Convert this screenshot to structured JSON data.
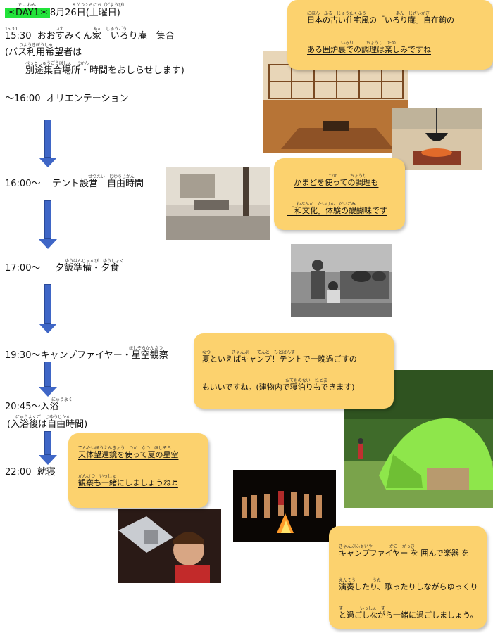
{
  "schedule": {
    "day_label": "＊DAY1＊",
    "date": "8月26日(土曜日)",
    "day_ruby": "でぃ  わん",
    "date_ruby": "８がつ２６にち（どようび）",
    "items": [
      {
        "time": "15:30",
        "text": "おおすみくん家　いろり庵　集合",
        "ruby": "15:30　　　　　　　　　いえ　　　　　　　あん　しゅうごう"
      },
      {
        "time": "",
        "text": "(バス利用希望者は",
        "ruby": "　　　りようきぼうしゃ"
      },
      {
        "time": "",
        "text": "別途集合場所・時間をおしらせします)",
        "ruby": "べっとしゅうごうばしょ　じかん"
      },
      {
        "time": "～16:00",
        "text": "オリエンテーション",
        "ruby": ""
      },
      {
        "time": "16:00～",
        "text": "テント設営　自由時間",
        "ruby": "せつえい　じゆうじかん"
      },
      {
        "time": "17:00～",
        "text": "夕飯準備・夕食",
        "ruby": "ゆうはんじゅんび　ゆうしょく"
      },
      {
        "time": "19:30～",
        "text": "キャンプファイヤー・星空観察",
        "ruby": "ほしぞらかんさつ"
      },
      {
        "time": "20:45～",
        "text": "入浴",
        "ruby": "にゅうよく"
      },
      {
        "time": "",
        "text": "(入浴後は自由時間)",
        "ruby": "にゅうよくご　じゆうじかん"
      },
      {
        "time": "22:00",
        "text": "就寝",
        "ruby": ""
      }
    ]
  },
  "bubbles": {
    "irori": {
      "line1": "日本の古い住宅風の「いろり庵」自在鉤の",
      "line2": "ある囲炉裏での調理は楽しみですね",
      "ruby1": "にほん　ふる　じゅうたくふう　　　　　　　あん　じざいかぎ",
      "ruby2": "いろり　　　ちょうり　たの"
    },
    "kamado": {
      "line1": "かまどを使っての調理も",
      "line2": "「和文化」体験の醍醐味です",
      "ruby1": "つか　　　ちょうり",
      "ruby2": "わぶんか　たいけん　だいごみ"
    },
    "camp": {
      "line1": "夏といえばキャンプ！テントで一晩過ごすの",
      "line2": "もいいですね。(建物内で寝泊りもできます)",
      "ruby1": "なつ　　　　　きゃんぷ　　てんと　ひとばんす",
      "ruby2": "たてものない　ねとま"
    },
    "star": {
      "line1": "天体望遠鏡を使って夏の星空",
      "line2": "観察も一緒にしましょうね♬",
      "ruby1": "てんたいぼうえんきょう　つか　なつ　ほしぞら",
      "ruby2": "かんさつ　いっしょ"
    },
    "fire": {
      "line1": "キャンプファイヤー を 囲んで楽器 を",
      "line2": "演奏したり、歌ったりしながらゆっくり",
      "line3": "と過ごしながら一緒に過ごしましょう。",
      "ruby1": "きゃんぷふぁいやー　　　かこ　がっき",
      "ruby2": "えんそう　　　　うた",
      "ruby3": "す　　　　いっしょ　す"
    }
  },
  "colors": {
    "day_badge": "#22e33a",
    "arrow": "#3f66c6",
    "bubble": "#fcd26e"
  }
}
